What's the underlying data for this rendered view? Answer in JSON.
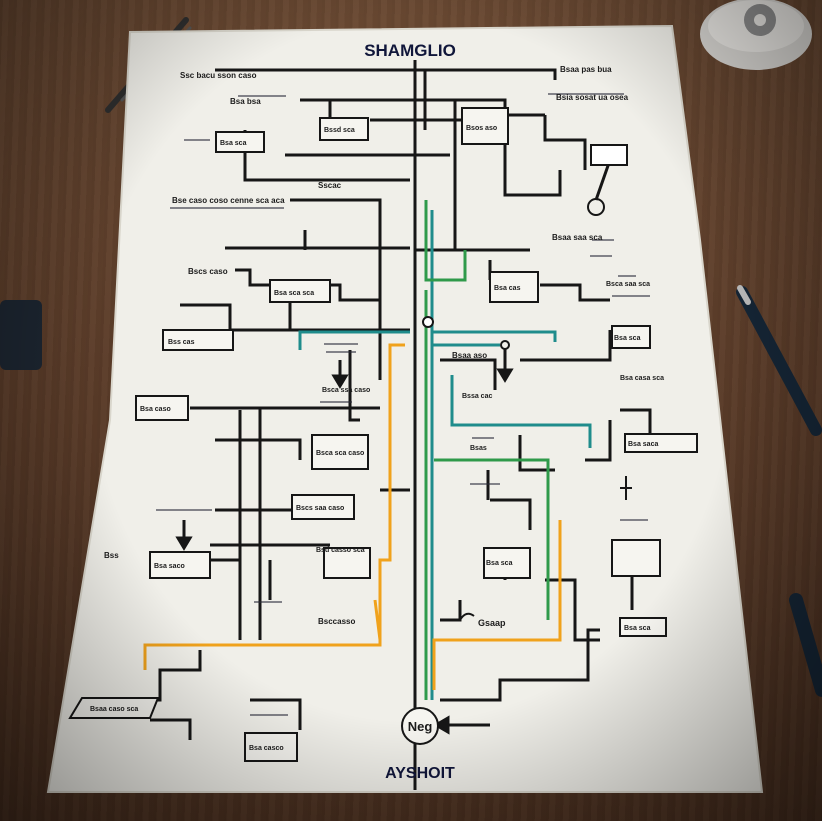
{
  "title": "SHAMGLIO",
  "footer": "AYSHOIT",
  "badge": "Neg",
  "labels": {
    "top_left": "Ssc bacu sson caso",
    "top_right": "Bsaa pas bua",
    "top_right2": "Bsia sosat ua osea",
    "node_a": "Bsa bsa",
    "node_b": "Bsa sca",
    "node_c": "Bssd sca",
    "node_d": "Sscac",
    "node_e": "Bsos aso",
    "mid_left": "Bse caso coso cenne sca aca",
    "mid_right": "Bsaa saa sca",
    "left_b": "Bscs caso",
    "box_left": "Bsa sca sca",
    "stack_center": "Bsca ssa caso",
    "box_far_left": "Bss cas",
    "right_box": "Bsa cas",
    "right_lbl": "Bsca saa sca",
    "center_box": "Bsca sca caso",
    "center_lbl": "Bsaa aso",
    "row_lbl": "Bssa cac",
    "right_far": "Bsa casa sca",
    "right_small": "Bsa sca",
    "ctr_dark": "Bsas",
    "ctr_low": "Bscs saa caso",
    "left_mid": "Bsa caso",
    "box_bl": "Bsa saco",
    "lbl_side": "Bss",
    "ctr_bot": "Bsd casso sca",
    "box_cb": "Bsa sca",
    "box_right_low": "Bsa saca",
    "caption_mid": "Bsccasso",
    "caption_g": "Gsaap",
    "box_bottom_left": "Bsaa caso sca",
    "box_bottom": "Bsa casco",
    "box_br": "Bsa sca"
  },
  "colors": {
    "paper": "#f0efe9",
    "ink": "#161616",
    "teal": "#1f8c8c",
    "green": "#2f9a4a",
    "orange": "#f0a21c"
  }
}
